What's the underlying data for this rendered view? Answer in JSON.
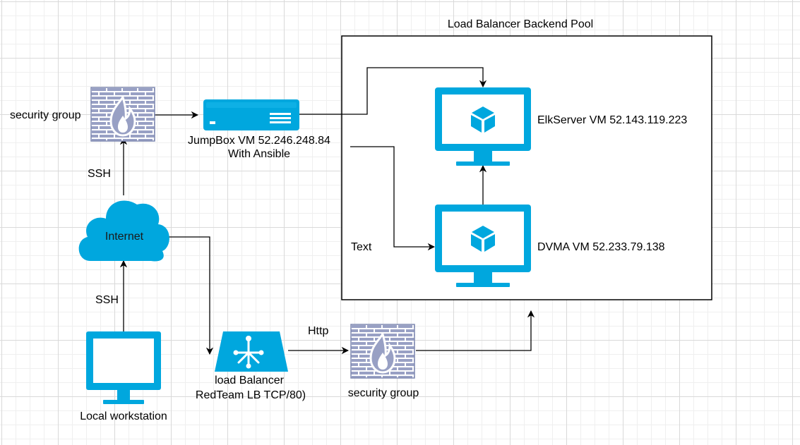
{
  "colors": {
    "azure": "#00a7de",
    "azure_dark": "#0b6fa1",
    "firewall_brick": "#98a0c4",
    "firewall_border": "#7f88b0",
    "flame": "#ffffff",
    "line": "#000000",
    "grid": "#d9d9d9"
  },
  "pool": {
    "title": "Load Balancer Backend Pool"
  },
  "nodes": {
    "security_group_top": {
      "label": "security group",
      "icon": "firewall-icon"
    },
    "jumpbox": {
      "label_line1": "JumpBox VM 52.246.248.84",
      "label_line2": "With Ansible",
      "icon": "server-icon"
    },
    "internet": {
      "label": "Internet",
      "icon": "cloud-icon"
    },
    "local_workstation": {
      "label": "Local workstation",
      "icon": "monitor-icon"
    },
    "load_balancer": {
      "label_line1": "load Balancer",
      "label_line2": "RedTeam LB TCP/80)",
      "icon": "load-balancer-icon"
    },
    "security_group_bottom": {
      "label": "security group",
      "icon": "firewall-icon"
    },
    "elk_server": {
      "label": "ElkServer VM 52.143.119.223",
      "icon": "vm-monitor-icon"
    },
    "dvma": {
      "label": "DVMA VM 52.233.79.138",
      "icon": "vm-monitor-icon"
    }
  },
  "edges": {
    "ssh_upper": "SSH",
    "ssh_lower": "SSH",
    "http": "Http",
    "text": "Text"
  }
}
